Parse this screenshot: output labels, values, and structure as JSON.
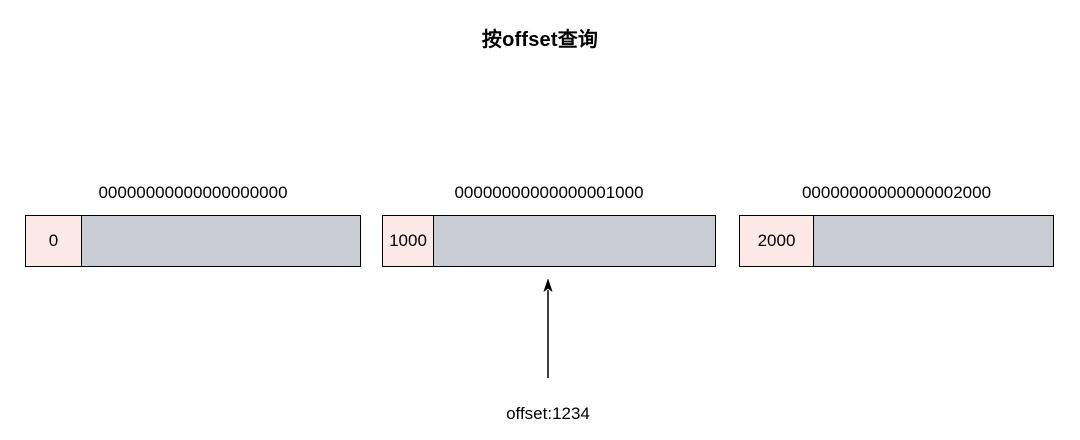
{
  "title": "按offset查询",
  "segments": [
    {
      "file_label": "00000000000000000000",
      "base_offset": "0"
    },
    {
      "file_label": "00000000000000001000",
      "base_offset": "1000"
    },
    {
      "file_label": "00000000000000002000",
      "base_offset": "2000"
    }
  ],
  "pointer": {
    "label": "offset:1234",
    "target_segment_base_offset": "1000"
  },
  "colors": {
    "background": "#ffffff",
    "border": "#000000",
    "base_offset_cell_fill": "#fce9e6",
    "log_body_fill": "#c9ccd3",
    "text": "#000000"
  }
}
